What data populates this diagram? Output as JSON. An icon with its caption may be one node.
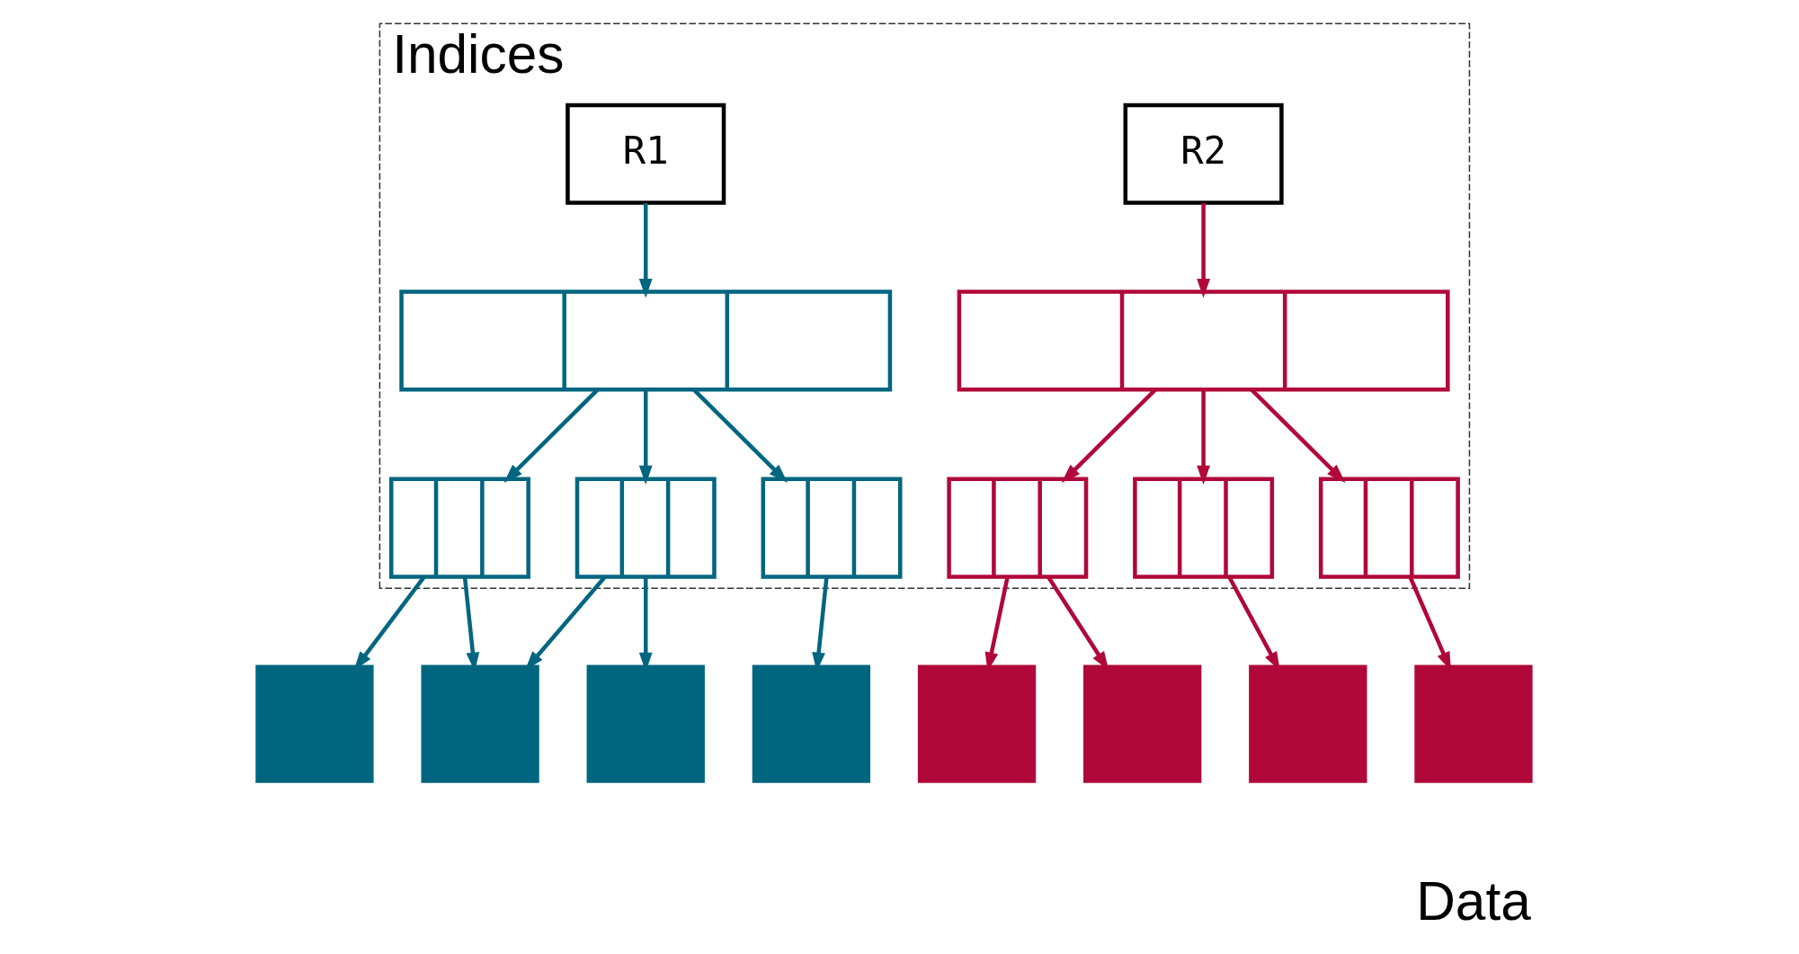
{
  "diagram": {
    "nodes": [
      {
        "text": [
          "Indices"
        ]
      },
      {
        "text": [
          "R1"
        ],
        "in": 0
      },
      {
        "text": [
          "R2"
        ],
        "in": 0
      },
      {
        "text": [],
        "shape": "box",
        "in": 0
      },
      {
        "text": [],
        "shape": "box",
        "in": 0
      },
      {
        "text": [],
        "shape": "box",
        "in": 0
      },
      {
        "text": [],
        "shape": "box",
        "in": 0
      },
      {
        "text": [],
        "shape": "box",
        "in": 0
      },
      {
        "text": [],
        "shape": "box",
        "in": 0
      },
      {
        "text": [],
        "shape": "box",
        "in": 0
      },
      {
        "text": [],
        "shape": "box",
        "in": 0
      },
      {
        "text": [],
        "shape": "box"
      },
      {
        "text": [],
        "shape": "box"
      },
      {
        "text": [],
        "shape": "box"
      },
      {
        "text": [],
        "shape": "box"
      },
      {
        "text": [],
        "shape": "box"
      },
      {
        "text": [],
        "shape": "box"
      },
      {
        "text": [],
        "shape": "box"
      },
      {
        "text": [],
        "shape": "box"
      }
    ],
    "edges": [
      {
        "from": 1,
        "to": 3,
        "arrow": "to",
        "color": "#006680"
      },
      {
        "from": 2,
        "to": 4,
        "arrow": "to",
        "color": "#b0083a"
      },
      {
        "from": 3,
        "to": 5,
        "arrow": "to",
        "color": "#006680"
      },
      {
        "from": 3,
        "to": 6,
        "arrow": "to",
        "color": "#006680"
      },
      {
        "from": 3,
        "to": 7,
        "arrow": "to",
        "color": "#006680"
      },
      {
        "from": 4,
        "to": 8,
        "arrow": "to",
        "color": "#b0083a"
      },
      {
        "from": 4,
        "to": 9,
        "arrow": "to",
        "color": "#b0083a"
      },
      {
        "from": 4,
        "to": 10,
        "arrow": "to",
        "color": "#b0083a"
      },
      {
        "from": 5,
        "to": 11,
        "arrow": "to",
        "color": "#006680"
      },
      {
        "from": 5,
        "to": 12,
        "arrow": "to",
        "color": "#006680"
      },
      {
        "from": 6,
        "to": 12,
        "arrow": "to",
        "color": "#006680"
      },
      {
        "from": 6,
        "to": 13,
        "arrow": "to",
        "color": "#006680"
      },
      {
        "from": 7,
        "to": 14,
        "arrow": "to",
        "color": "#006680"
      },
      {
        "from": 8,
        "to": 15,
        "arrow": "to",
        "color": "#b0083a"
      },
      {
        "from": 8,
        "to": 16,
        "arrow": "to",
        "color": "#b0083a"
      },
      {
        "from": 9,
        "to": 17,
        "arrow": "to",
        "color": "#b0083a"
      },
      {
        "from": 10,
        "to": 18,
        "arrow": "to",
        "color": "#b0083a"
      }
    ],
    "labels": [
      "Data"
    ]
  }
}
